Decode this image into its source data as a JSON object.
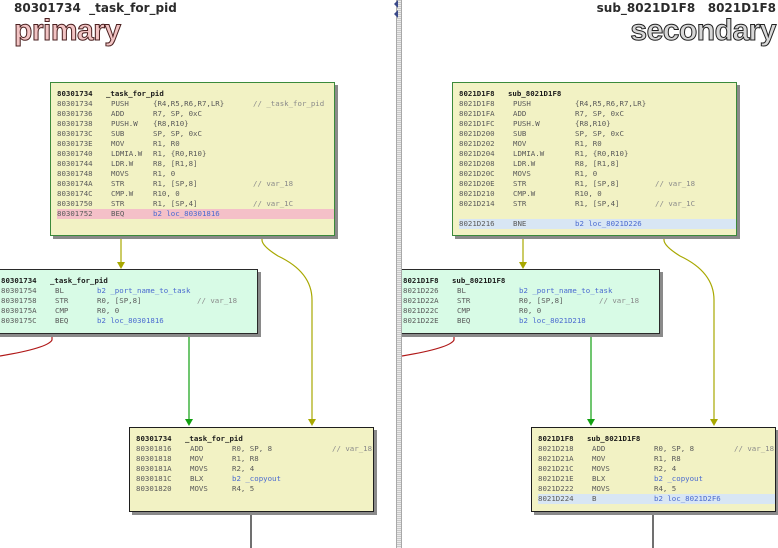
{
  "primary": {
    "header": {
      "address": "80301734",
      "name": "_task_for_pid"
    },
    "watermark": "primary",
    "blocks": [
      {
        "id": "p-block-1",
        "title": "80301734   _task_for_pid",
        "rows": [
          {
            "addr": "80301734",
            "mn": "PUSH",
            "op": "{R4,R5,R6,R7,LR}",
            "cm": "// _task_for_pid"
          },
          {
            "addr": "80301736",
            "mn": "ADD",
            "op": "R7, SP, 0xC",
            "cm": ""
          },
          {
            "addr": "80301738",
            "mn": "PUSH.W",
            "op": "{R8,R10}",
            "cm": ""
          },
          {
            "addr": "8030173C",
            "mn": "SUB",
            "op": "SP, SP, 0xC",
            "cm": ""
          },
          {
            "addr": "8030173E",
            "mn": "MOV",
            "op": "R1, R0",
            "cm": ""
          },
          {
            "addr": "80301740",
            "mn": "LDMIA.W",
            "op": "R1, {R0,R10}",
            "cm": ""
          },
          {
            "addr": "80301744",
            "mn": "LDR.W",
            "op": "R8, [R1,8]",
            "cm": ""
          },
          {
            "addr": "80301748",
            "mn": "MOVS",
            "op": "R1, 0",
            "cm": ""
          },
          {
            "addr": "8030174A",
            "mn": "STR",
            "op": "R1, [SP,8]",
            "cm": "// var_18"
          },
          {
            "addr": "8030174C",
            "mn": "CMP.W",
            "op": "R10, 0",
            "cm": ""
          },
          {
            "addr": "80301750",
            "mn": "STR",
            "op": "R1, [SP,4]",
            "cm": "// var_1C"
          },
          {
            "addr": "80301752",
            "mn": "BEQ",
            "op": "b2 loc_80301816",
            "cm": "",
            "hl": "red"
          }
        ]
      },
      {
        "id": "p-block-2",
        "title": "80301734   _task_for_pid",
        "rows": [
          {
            "addr": "80301754",
            "mn": "BL",
            "op": "b2 _port_name_to_task",
            "cm": ""
          },
          {
            "addr": "80301758",
            "mn": "STR",
            "op": "R0, [SP,8]",
            "cm": "// var_18"
          },
          {
            "addr": "8030175A",
            "mn": "CMP",
            "op": "R0, 0",
            "cm": ""
          },
          {
            "addr": "8030175C",
            "mn": "BEQ",
            "op": "b2 loc_80301816",
            "cm": ""
          }
        ]
      },
      {
        "id": "p-block-3",
        "title": "80301734   _task_for_pid",
        "rows": [
          {
            "addr": "80301816",
            "mn": "ADD",
            "op": "R0, SP, 8",
            "cm": "// var_18"
          },
          {
            "addr": "80301818",
            "mn": "MOV",
            "op": "R1, R8",
            "cm": ""
          },
          {
            "addr": "8030181A",
            "mn": "MOVS",
            "op": "R2, 4",
            "cm": ""
          },
          {
            "addr": "8030181C",
            "mn": "BLX",
            "op": "b2 _copyout",
            "cm": ""
          },
          {
            "addr": "80301820",
            "mn": "MOVS",
            "op": "R4, 5",
            "cm": ""
          }
        ]
      }
    ]
  },
  "secondary": {
    "header": {
      "address": "8021D1F8",
      "name": "sub_8021D1F8"
    },
    "watermark": "secondary",
    "blocks": [
      {
        "id": "s-block-1",
        "title": "8021D1F8   sub_8021D1F8",
        "rows": [
          {
            "addr": "8021D1F8",
            "mn": "PUSH",
            "op": "{R4,R5,R6,R7,LR}",
            "cm": ""
          },
          {
            "addr": "8021D1FA",
            "mn": "ADD",
            "op": "R7, SP, 0xC",
            "cm": ""
          },
          {
            "addr": "8021D1FC",
            "mn": "PUSH.W",
            "op": "{R8,R10}",
            "cm": ""
          },
          {
            "addr": "8021D200",
            "mn": "SUB",
            "op": "SP, SP, 0xC",
            "cm": ""
          },
          {
            "addr": "8021D202",
            "mn": "MOV",
            "op": "R1, R0",
            "cm": ""
          },
          {
            "addr": "8021D204",
            "mn": "LDMIA.W",
            "op": "R1, {R0,R10}",
            "cm": ""
          },
          {
            "addr": "8021D208",
            "mn": "LDR.W",
            "op": "R8, [R1,8]",
            "cm": ""
          },
          {
            "addr": "8021D20C",
            "mn": "MOVS",
            "op": "R1, 0",
            "cm": ""
          },
          {
            "addr": "8021D20E",
            "mn": "STR",
            "op": "R1, [SP,8]",
            "cm": "// var_18"
          },
          {
            "addr": "8021D210",
            "mn": "CMP.W",
            "op": "R10, 0",
            "cm": ""
          },
          {
            "addr": "8021D214",
            "mn": "STR",
            "op": "R1, [SP,4]",
            "cm": "// var_1C"
          },
          {
            "addr": "",
            "mn": "",
            "op": "",
            "cm": ""
          },
          {
            "addr": "8021D216",
            "mn": "BNE",
            "op": "b2 loc_8021D226",
            "cm": "",
            "hl": "blue"
          }
        ]
      },
      {
        "id": "s-block-2",
        "title": "8021D1F8   sub_8021D1F8",
        "rows": [
          {
            "addr": "8021D226",
            "mn": "BL",
            "op": "b2 _port_name_to_task",
            "cm": ""
          },
          {
            "addr": "8021D22A",
            "mn": "STR",
            "op": "R0, [SP,8]",
            "cm": "// var_18"
          },
          {
            "addr": "8021D22C",
            "mn": "CMP",
            "op": "R0, 0",
            "cm": ""
          },
          {
            "addr": "8021D22E",
            "mn": "BEQ",
            "op": "b2 loc_8021D218",
            "cm": ""
          }
        ]
      },
      {
        "id": "s-block-3",
        "title": "8021D1F8   sub_8021D1F8",
        "rows": [
          {
            "addr": "8021D218",
            "mn": "ADD",
            "op": "R0, SP, 8",
            "cm": "// var_18"
          },
          {
            "addr": "8021D21A",
            "mn": "MOV",
            "op": "R1, R8",
            "cm": ""
          },
          {
            "addr": "8021D21C",
            "mn": "MOVS",
            "op": "R2, 4",
            "cm": ""
          },
          {
            "addr": "8021D21E",
            "mn": "BLX",
            "op": "b2 _copyout",
            "cm": ""
          },
          {
            "addr": "8021D222",
            "mn": "MOVS",
            "op": "R4, 5",
            "cm": ""
          },
          {
            "addr": "8021D224",
            "mn": "B",
            "op": "b2 loc_8021D2F6",
            "cm": "",
            "hl": "blue"
          }
        ]
      }
    ]
  },
  "colors": {
    "edge_true": "#12a012",
    "edge_false": "#a8a800",
    "edge_back": "#b01818",
    "block_yellow": "#f2f2c4",
    "block_green": "#d8fbe6",
    "highlight_red": "#f4c0c8",
    "highlight_blue": "#d8e6f4"
  }
}
